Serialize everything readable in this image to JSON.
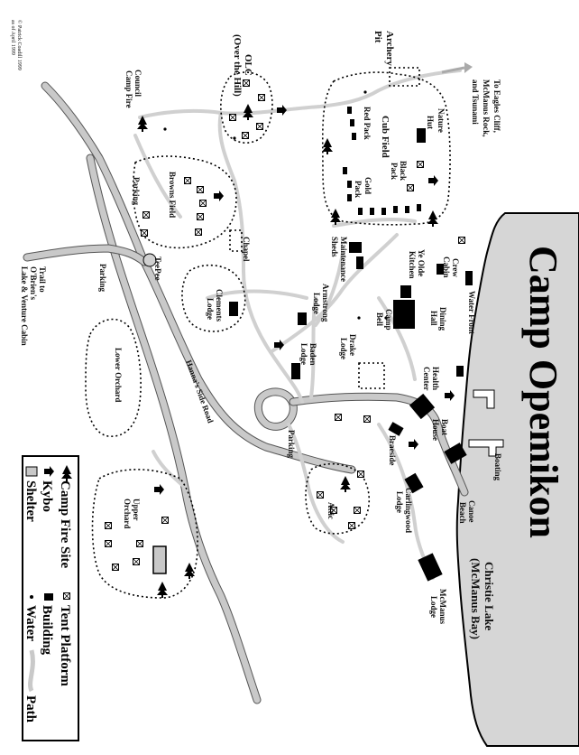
{
  "title": "Camp Opemikon",
  "copyright": [
    "© Patrick Coadill 1999",
    "as of April 1999"
  ],
  "lake": {
    "name": "Christie Lake",
    "bay": "(McManus Bay)"
  },
  "colors": {
    "lake": "#d6d6d6",
    "path": "#c9c9c9",
    "ink": "#000000"
  },
  "legend": {
    "items": [
      {
        "icon": "campfire-icon",
        "label": "Camp Fire Site"
      },
      {
        "icon": "tent-platform-icon",
        "label": "Tent Platform"
      },
      {
        "icon": "kybo-icon",
        "label": "Kybo"
      },
      {
        "icon": "building-icon",
        "label": "Building"
      },
      {
        "icon": "shelter-icon",
        "label": "Shelter"
      },
      {
        "icon": "water-icon",
        "label": "Water"
      },
      {
        "icon": "path-icon",
        "label": "Path"
      }
    ]
  },
  "labels": {
    "archery": "Archery",
    "pit": "Pit",
    "olc": "OLC",
    "over_hill": "(Over the Hill)",
    "council": "Council",
    "camp_fire": "Camp Fire",
    "to_eagles": "To Eagles Cliff,",
    "mcmanus_rock": "McManus Rock,",
    "and_tsunami": "and Tsunami",
    "nature": "Nature",
    "hut": "Hut",
    "cub_field": "Cub Field",
    "red_pack": "Red Pack",
    "black": "Black",
    "pack": "Pack",
    "gold": "Gold",
    "gold_pack": "Pack",
    "parking": "Parking",
    "browns_field": "Browns Field",
    "chapel": "Chapel",
    "teepee": "TeePee",
    "trail_to": "Trail to",
    "obriens": "O'Brien's",
    "lake_venture": "Lake & Venture Cabin",
    "clements": "Clements",
    "clements_lodge": "Lodge",
    "maintenance": "Maintenance",
    "sheds": "Sheds",
    "crew": "Crew",
    "cabin": "Cabin",
    "ye_olde": "Ye Olde",
    "kitchen": "Kitchen",
    "armstrong": "Armstrong",
    "armstrong_lodge": "Lodge",
    "camp": "Camp",
    "bell": "Bell",
    "dining": "Dining",
    "hall": "Hall",
    "water_front": "Water Front",
    "drake": "Drake",
    "drake_lodge": "Lodge",
    "baden": "Baden",
    "baden_lodge": "Lodge",
    "lower_orchard": "Lower Orchard",
    "health": "Health",
    "center": "Center",
    "hannas_side_road": "Hanna's Side Road",
    "braeside": "Braeside",
    "boat": "Boat",
    "house": "House",
    "boating": "Boating",
    "canoe": "Canoe",
    "beach": "Beach",
    "attic": "Attic",
    "carlingwood": "Carlingwood",
    "carlingwood_lodge": "Lodge",
    "upper": "Upper",
    "orchard": "Orchard",
    "mcmanus": "McManus",
    "mcmanus_lodge": "Lodge"
  }
}
